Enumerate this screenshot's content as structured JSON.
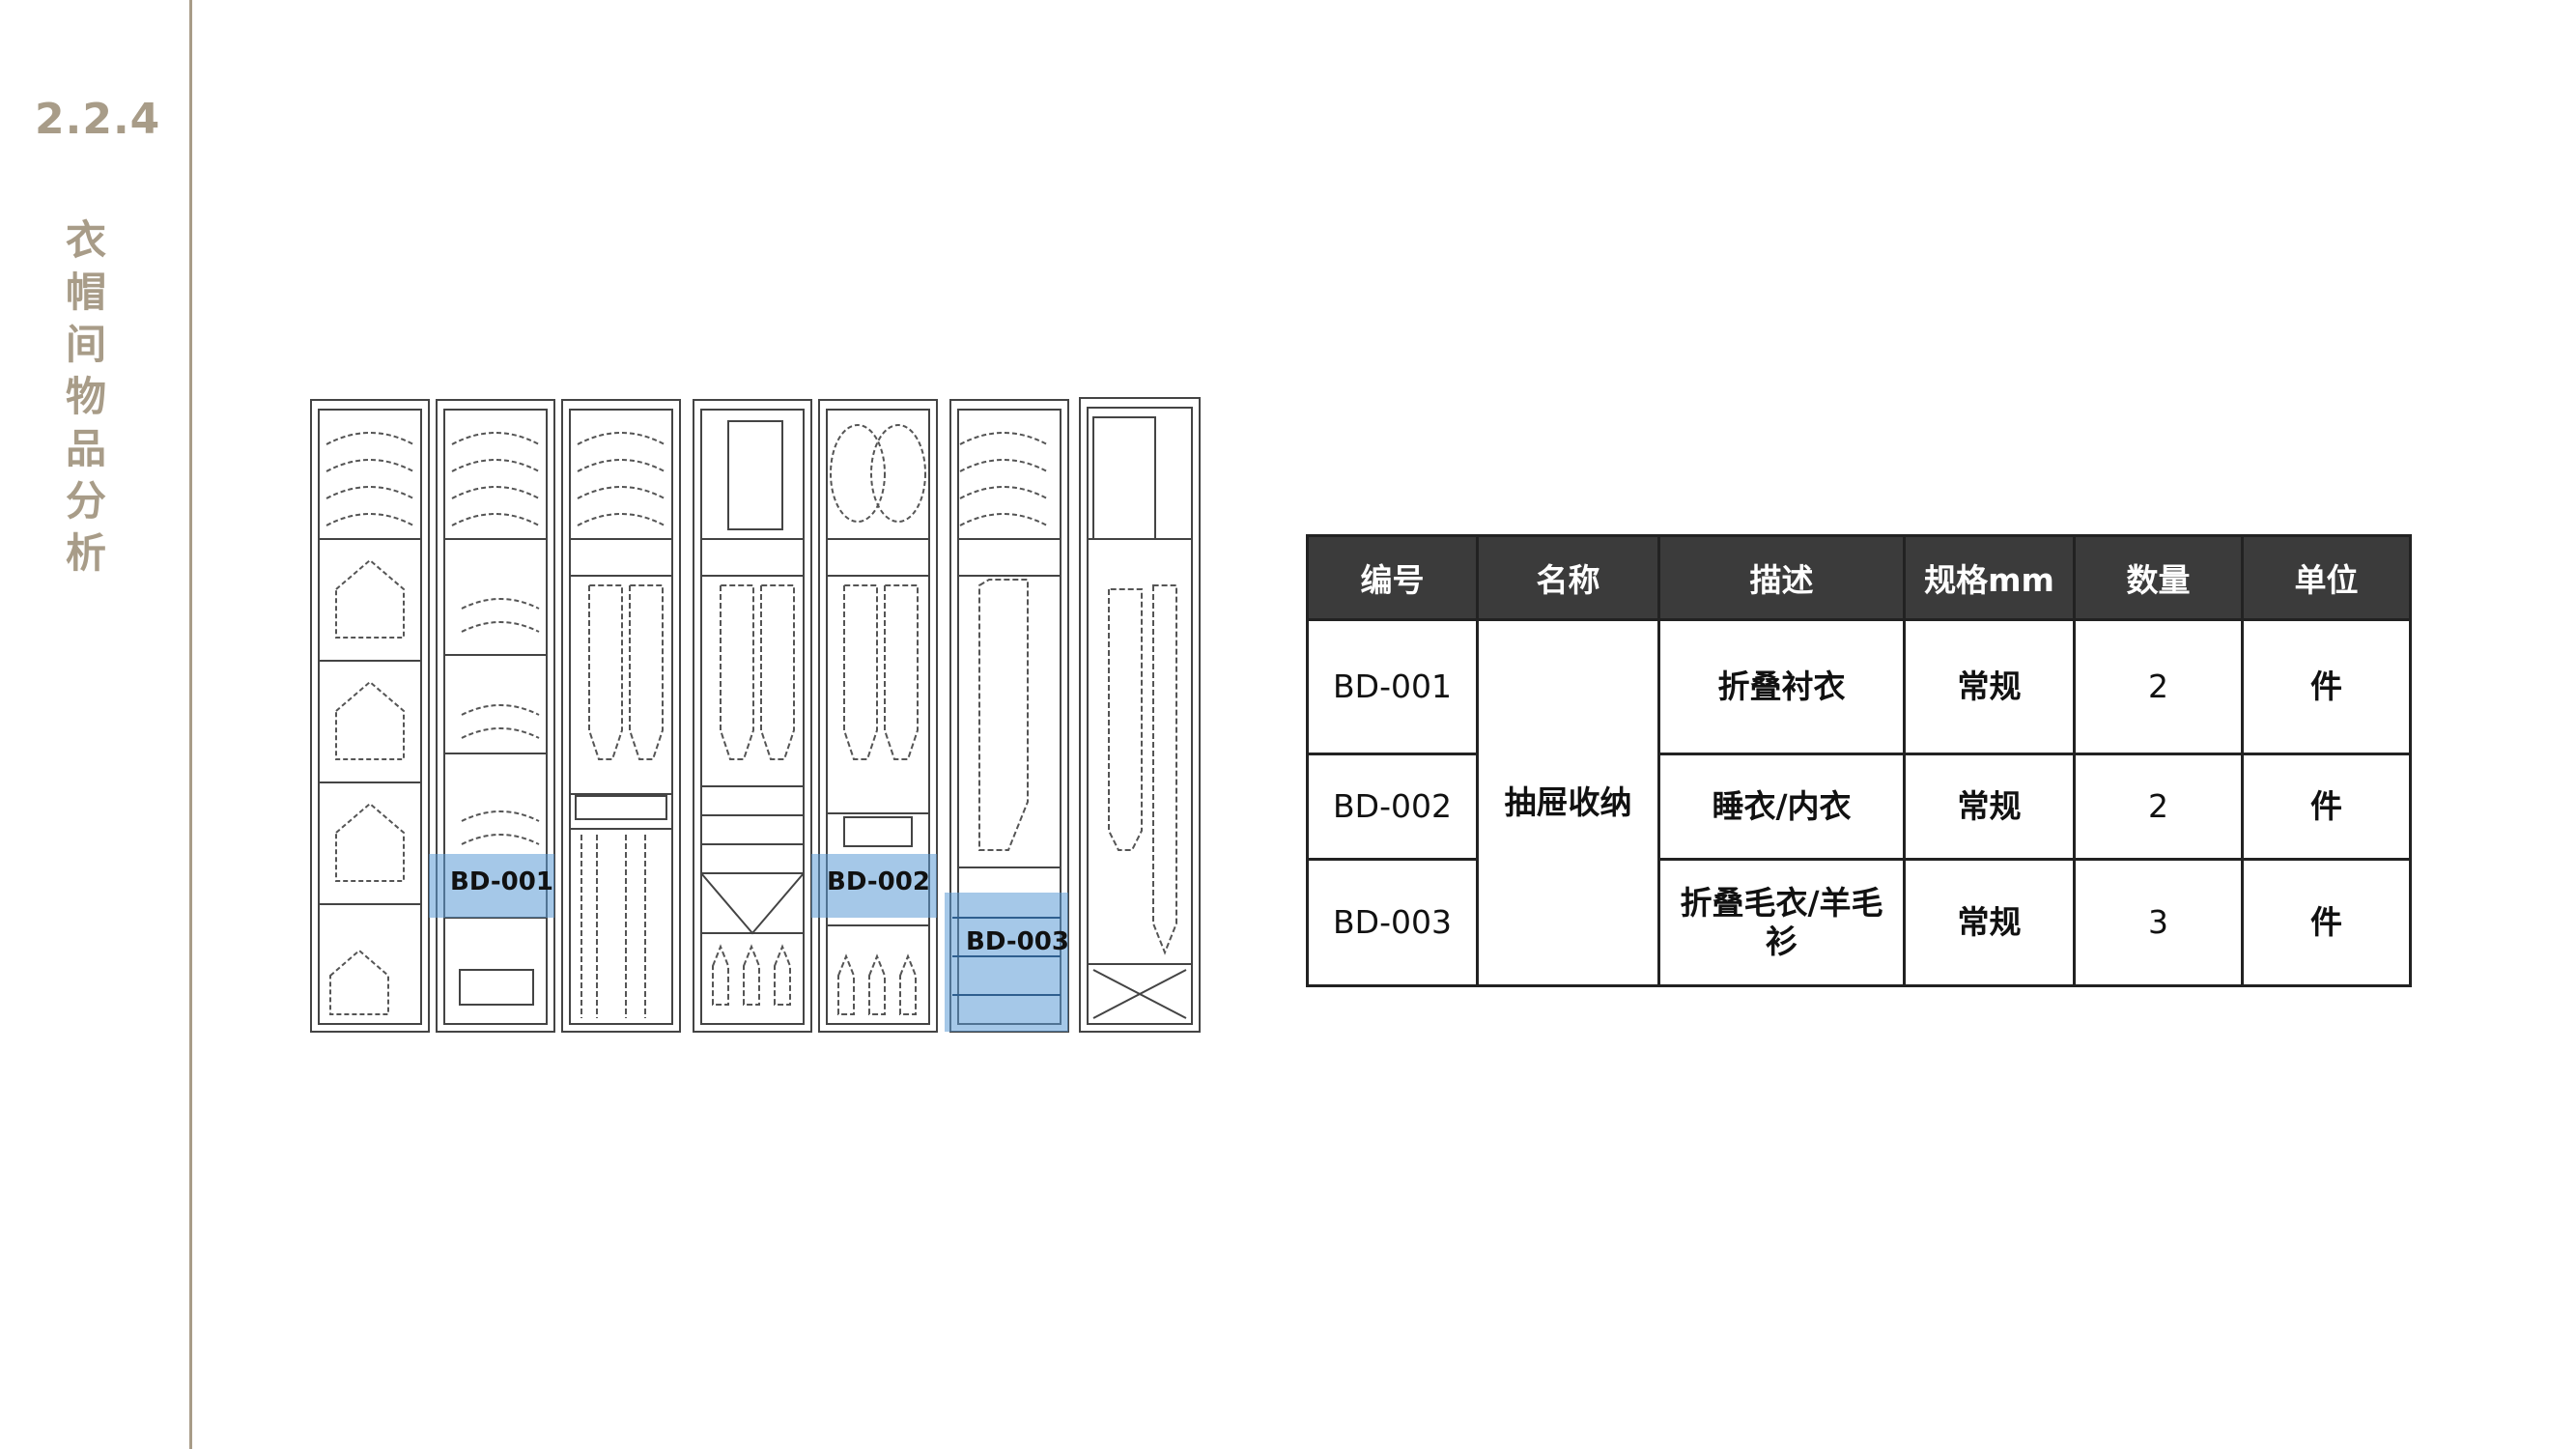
{
  "section": {
    "number": "2.2.4",
    "title_chars": [
      "衣",
      "帽",
      "间",
      "物",
      "品",
      "分",
      "析"
    ]
  },
  "drawing": {
    "labels": [
      "BD-001",
      "BD-002",
      "BD-003"
    ],
    "highlight_color": "#5b9bd5"
  },
  "table": {
    "headers": [
      "编号",
      "名称",
      "描述",
      "规格mm",
      "数量",
      "单位"
    ],
    "group_name": "抽屉收纳",
    "rows": [
      {
        "code": "BD-001",
        "desc": "折叠衬衣",
        "spec": "常规",
        "qty": "2",
        "unit": "件"
      },
      {
        "code": "BD-002",
        "desc": "睡衣/内衣",
        "spec": "常规",
        "qty": "2",
        "unit": "件"
      },
      {
        "code": "BD-003",
        "desc": "折叠毛衣/羊毛衫",
        "spec": "常规",
        "qty": "3",
        "unit": "件"
      }
    ]
  },
  "colors": {
    "accent": "#a89c88",
    "header_bg": "#3b3b3b",
    "border": "#222222"
  }
}
